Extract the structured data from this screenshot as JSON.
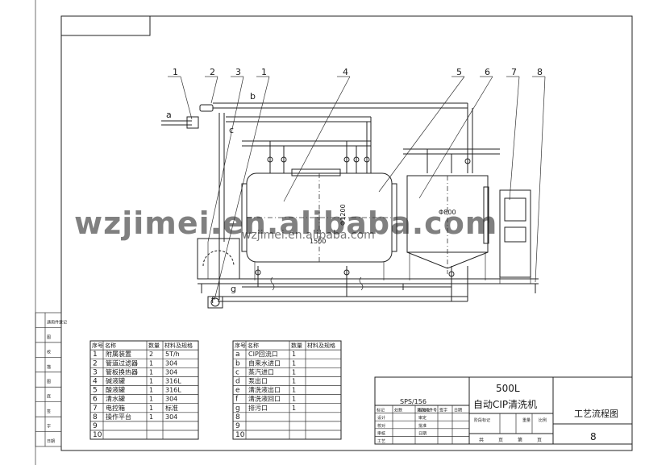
{
  "callouts": [
    "1",
    "2",
    "3",
    "1",
    "4",
    "5",
    "6",
    "7",
    "8"
  ],
  "pipe_labels": {
    "a": "a",
    "b": "b",
    "c": "c",
    "f": "f",
    "g": "g"
  },
  "dims": {
    "height": "Φ1200",
    "length": "1500",
    "tank2": "Φ800"
  },
  "watermark": {
    "main": "wzjimei.en.alibaba.com",
    "sub": "wzjimei.en.alibaba.com"
  },
  "side_table": {
    "rows": [
      "通用件登记",
      "图",
      "校",
      "描",
      "图",
      "底",
      "签",
      "字",
      "日期"
    ]
  },
  "parts_table": {
    "headers": [
      "序号",
      "名称",
      "数量",
      "材料及规格"
    ],
    "rows": [
      [
        "1",
        "附属装置",
        "2",
        "5T/h"
      ],
      [
        "2",
        "管道过滤器",
        "1",
        "304"
      ],
      [
        "3",
        "管板换热器",
        "1",
        "304"
      ],
      [
        "4",
        "碱液罐",
        "1",
        "316L"
      ],
      [
        "5",
        "酸液罐",
        "1",
        "316L"
      ],
      [
        "6",
        "清水罐",
        "1",
        "304"
      ],
      [
        "7",
        "电控箱",
        "1",
        "标准"
      ],
      [
        "8",
        "操作平台",
        "1",
        "304"
      ],
      [
        "9",
        "",
        "",
        ""
      ],
      [
        "10",
        "",
        "",
        ""
      ]
    ]
  },
  "port_table": {
    "headers": [
      "序号",
      "名称",
      "数量",
      "材料及规格"
    ],
    "rows": [
      [
        "a",
        "CIP回流口",
        "1",
        ""
      ],
      [
        "b",
        "自来水进口",
        "1",
        ""
      ],
      [
        "c",
        "蒸汽进口",
        "1",
        ""
      ],
      [
        "d",
        "泵出口",
        "1",
        ""
      ],
      [
        "e",
        "清洗液出口",
        "1",
        ""
      ],
      [
        "f",
        "清洗液回口",
        "1",
        ""
      ],
      [
        "g",
        "排污口",
        "1",
        ""
      ],
      [
        "8",
        "",
        "",
        ""
      ],
      [
        "9",
        "",
        "",
        ""
      ],
      [
        "10",
        "",
        "",
        ""
      ]
    ]
  },
  "title_block": {
    "capacity": "500L",
    "name": "自动CIP清洗机",
    "drawing_code": "SPS/156",
    "drawing_title": "工艺流程图",
    "sheet_no": "8",
    "sign_row": [
      "标记",
      "处数",
      "更改文件号",
      "签字",
      "日期"
    ],
    "roles": [
      "设计",
      "校对",
      "审核",
      "工艺"
    ],
    "mid_cols": [
      "标准化",
      "审定",
      "批准",
      "日期"
    ],
    "right_hdr": [
      "阶段标记",
      "重量",
      "比例"
    ],
    "sheet_row": [
      "共",
      "页",
      "第",
      "页"
    ]
  }
}
